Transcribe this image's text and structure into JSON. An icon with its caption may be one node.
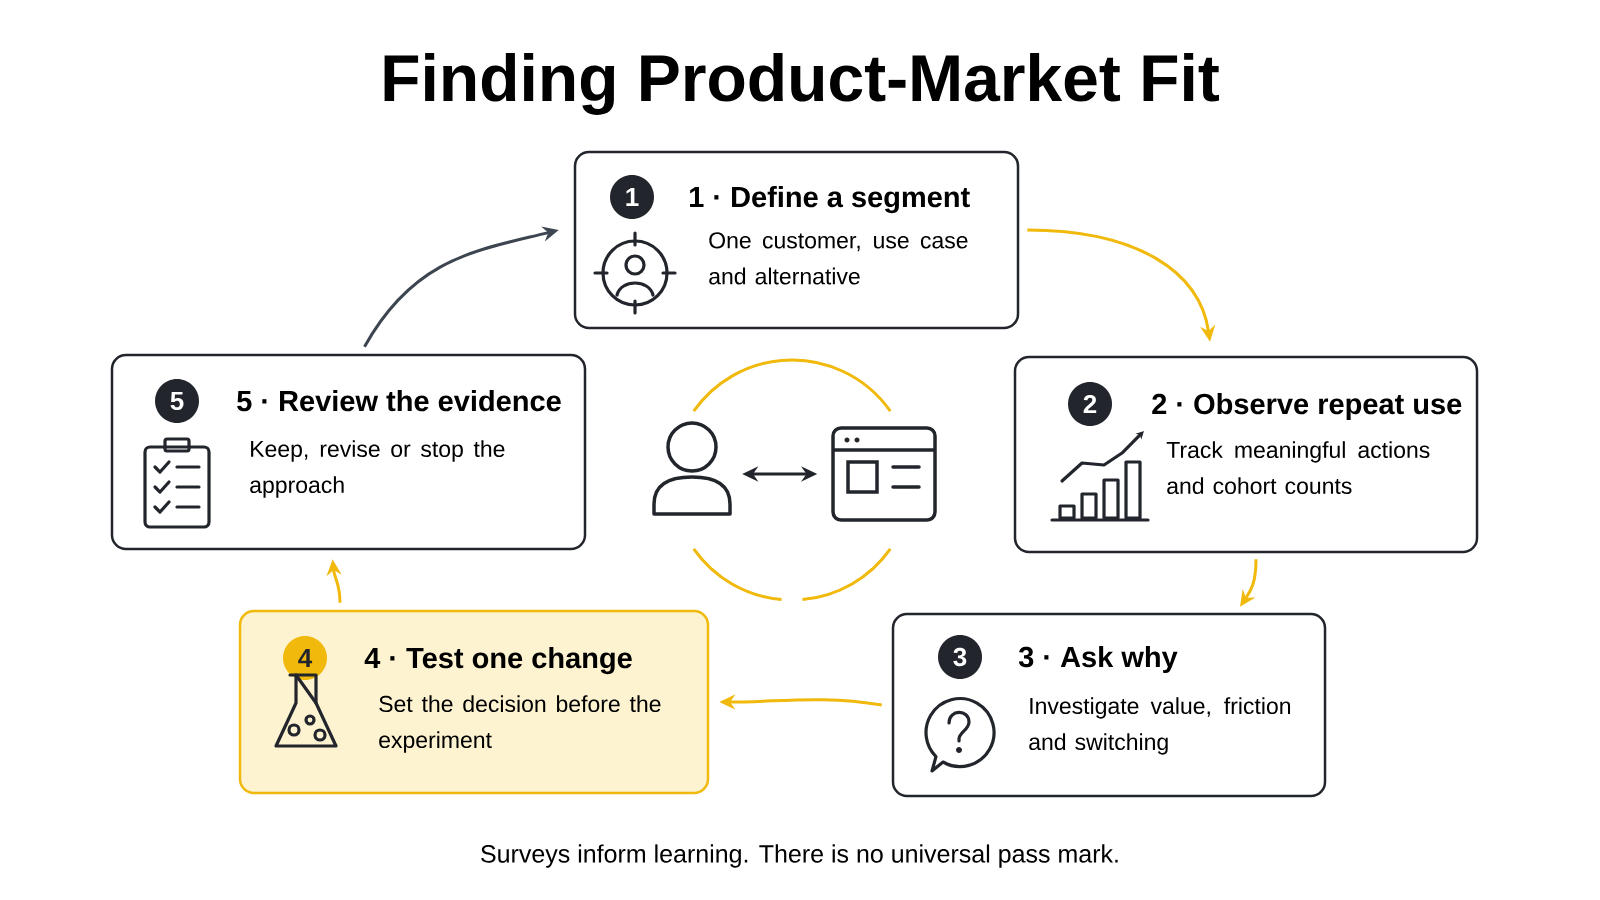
{
  "diagram": {
    "title": "Finding Product-Market Fit",
    "caption": "Surveys inform learning. There is no universal pass mark.",
    "nodes": [
      {
        "text": [
          "1",
          "1 · Define a segment",
          "One customer, use case and alternative"
        ]
      },
      {
        "text": [
          "2",
          "2 · Observe repeat use",
          "Track meaningful actions and cohort counts"
        ]
      },
      {
        "text": [
          "3",
          "3 · Ask why",
          "Investigate value, friction and switching"
        ]
      },
      {
        "text": [
          "4",
          "4 · Test one change",
          "Set the decision before the experiment"
        ]
      },
      {
        "text": [
          "5",
          "5 · Review the evidence",
          "Keep, revise or stop the approach"
        ]
      },
      {
        "text": [],
        "shape": "person"
      },
      {
        "text": [],
        "shape": "box"
      }
    ],
    "edges": [
      {
        "from": 0,
        "to": 1,
        "arrow": "to"
      },
      {
        "from": 1,
        "to": 2,
        "arrow": "to"
      },
      {
        "from": 2,
        "to": 3,
        "arrow": "to"
      },
      {
        "from": 3,
        "to": 4,
        "arrow": "to"
      },
      {
        "from": 4,
        "to": 0,
        "arrow": "to",
        "color": "#3d4550"
      },
      {
        "from": 5,
        "to": 6,
        "arrow": "both",
        "color": "#22262c"
      }
    ]
  }
}
